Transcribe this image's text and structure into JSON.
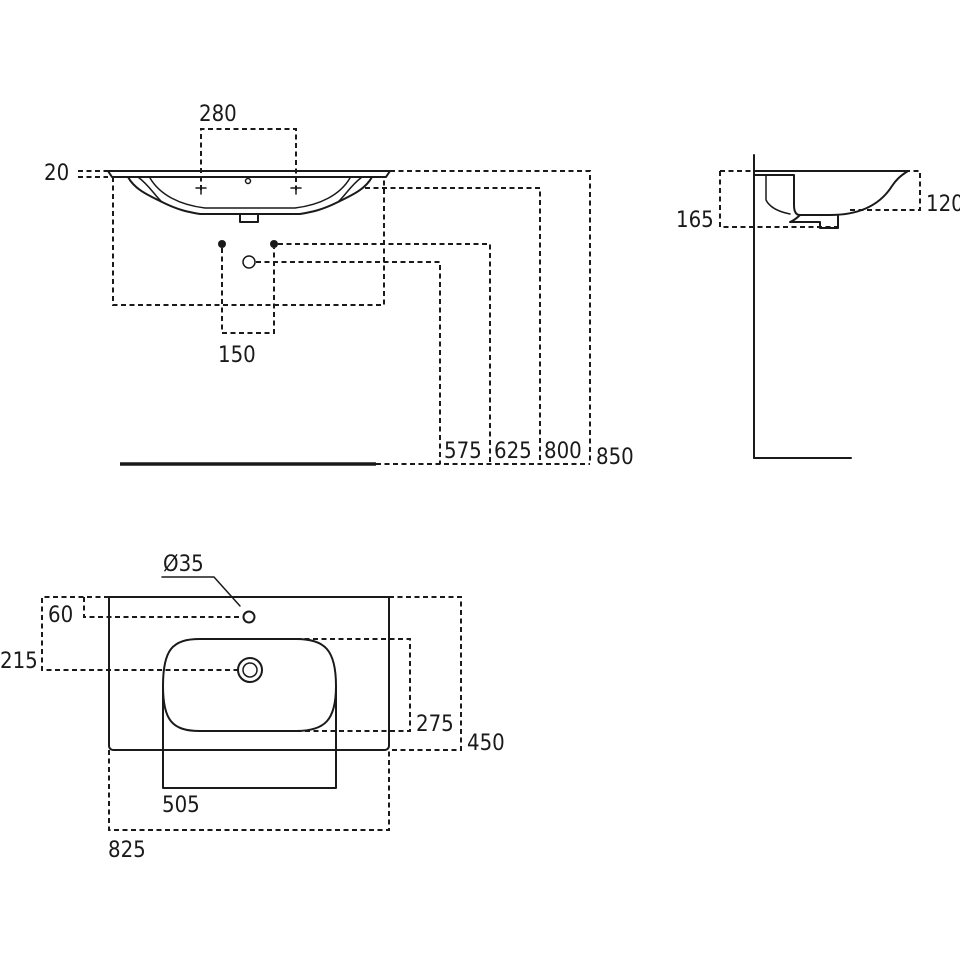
{
  "front_view": {
    "dims": {
      "tap_centres": "280",
      "rim_thickness": "20",
      "waste_width": "150",
      "outlet_height": "575",
      "supply_height": "625",
      "basin_base_height": "800",
      "rim_height": "850"
    }
  },
  "side_view": {
    "dims": {
      "depth_outer": "165",
      "depth_inner": "120"
    }
  },
  "plan_view": {
    "dims": {
      "tap_hole_diameter": "Ø35",
      "tap_hole_offset": "60",
      "bowl_centre_offset": "215",
      "bowl_depth": "275",
      "overall_depth": "450",
      "bowl_width": "505",
      "overall_width": "825"
    }
  }
}
